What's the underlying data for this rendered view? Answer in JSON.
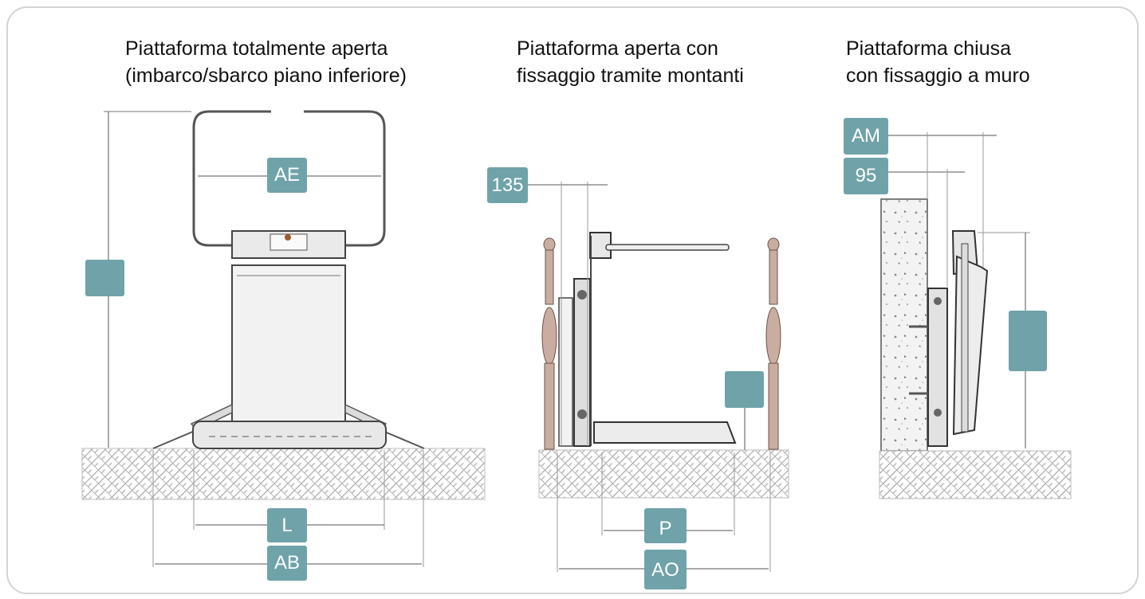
{
  "titles": {
    "left": {
      "line1": "Piattaforma totalmente aperta",
      "line2": "(imbarco/sbarco piano inferiore)"
    },
    "middle": {
      "line1": "Piattaforma aperta con",
      "line2": "fissaggio tramite montanti"
    },
    "right": {
      "line1": "Piattaforma chiusa",
      "line2": "con fissaggio a muro"
    }
  },
  "labels": {
    "ae": "AE",
    "l": "L",
    "ab": "AB",
    "p": "P",
    "ao": "AO",
    "dim135": "135",
    "am": "AM",
    "dim95": "95"
  },
  "colors": {
    "tag": "#6fa3a9",
    "floor": "#b9b9b9",
    "post": "#c9ada0",
    "line": "#444444"
  }
}
